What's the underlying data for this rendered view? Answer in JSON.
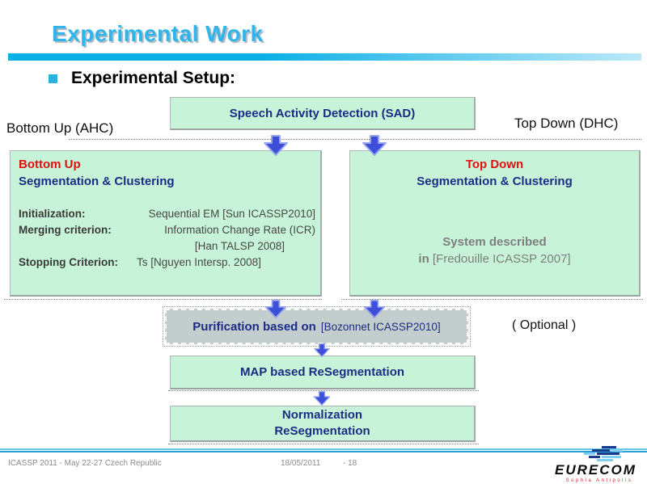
{
  "slide": {
    "title": "Experimental Work",
    "section_heading": "Experimental Setup:"
  },
  "annotations": {
    "left_label": "Bottom Up (AHC)",
    "right_label": "Top Down (DHC)",
    "optional_label": "( Optional )"
  },
  "flow": {
    "sad": "Speech Activity Detection (SAD)",
    "bottom_up": {
      "heading_red": "Bottom Up",
      "heading_navy": "Segmentation & Clustering",
      "rows": [
        {
          "label": "Initialization:",
          "value": "Sequential EM [Sun ICASSP2010]"
        },
        {
          "label": "Merging criterion:",
          "value": "Information Change Rate (ICR)"
        },
        {
          "label": "",
          "value": "[Han TALSP 2008]"
        },
        {
          "label": "Stopping Criterion:",
          "value": "Ts [Nguyen Intersp. 2008]"
        }
      ]
    },
    "top_down": {
      "heading_red": "Top Down",
      "heading_navy": "Segmentation & Clustering",
      "line1": "System described",
      "line2_bold": "in",
      "line2_rest": "[Fredouille ICASSP 2007]"
    },
    "purification": {
      "label_bold": "Purification based on",
      "reference": "[Bozonnet ICASSP2010]"
    },
    "map": "MAP based ReSegmentation",
    "normalization": {
      "line1": "Normalization",
      "line2": "ReSegmentation"
    }
  },
  "footer": {
    "conference": "ICASSP 2011 - May 22-27 Czech Republic",
    "date": "18/05/2011",
    "page": "- 18",
    "logo": {
      "name": "EURECOM",
      "subtitle": "Sophia Antipolis"
    }
  },
  "colors": {
    "title_cyan": "#2FB5E9",
    "box_mint": "#C7F4D9",
    "text_navy": "#1B2C85",
    "accent_red": "#E01010",
    "arrow_blue": "#3D4FD8",
    "purification_gray": "#C4CDCD"
  }
}
